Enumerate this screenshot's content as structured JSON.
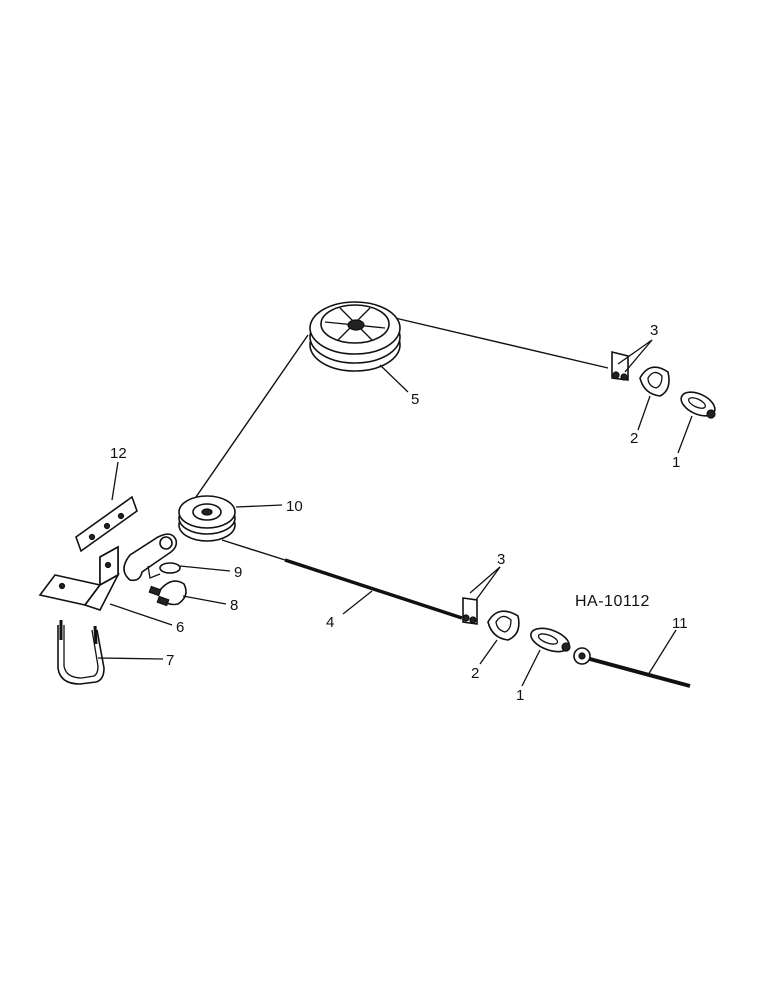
{
  "drawing_code": "HA-10112",
  "callouts": {
    "c1a": "1",
    "c1b": "1",
    "c2a": "2",
    "c2b": "2",
    "c3a": "3",
    "c3b": "3",
    "c4": "4",
    "c5": "5",
    "c6": "6",
    "c7": "7",
    "c8": "8",
    "c9": "9",
    "c10": "10",
    "c11": "11",
    "c12": "12"
  }
}
